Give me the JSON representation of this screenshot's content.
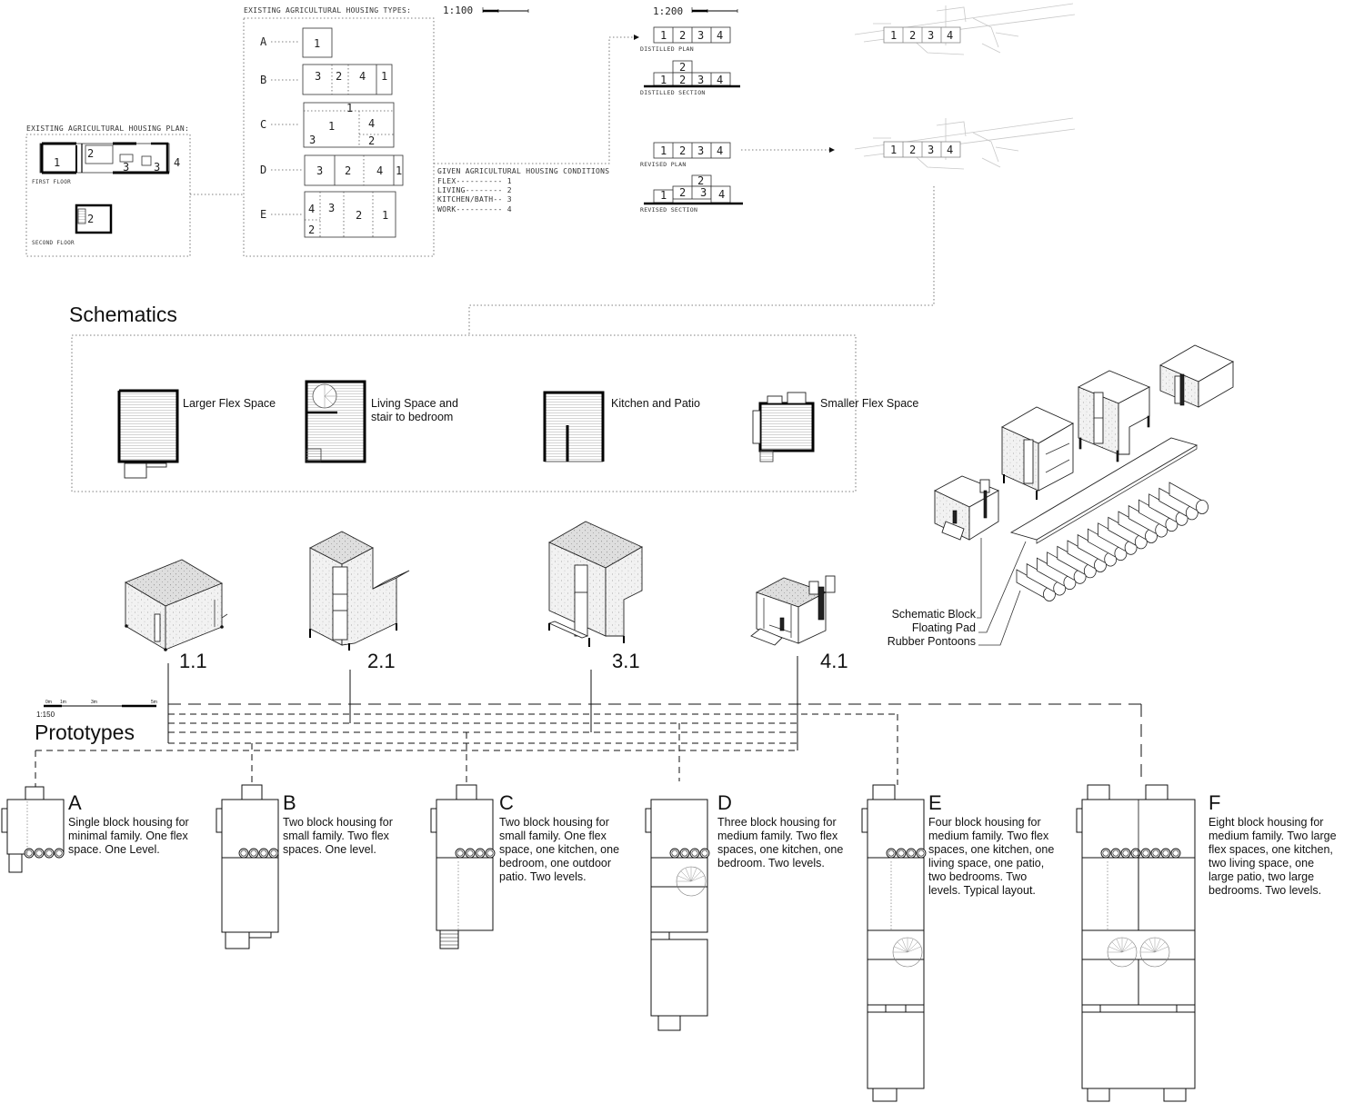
{
  "existing_plan": {
    "title": "EXISTING AGRICULTURAL HOUSING PLAN:",
    "first_floor_label": "FIRST FLOOR",
    "second_floor_label": "SECOND FLOOR",
    "first_floor_numbers": [
      "1",
      "2",
      "3",
      "3",
      "4"
    ],
    "second_floor_number": "2"
  },
  "housing_types": {
    "title": "EXISTING AGRICULTURAL HOUSING TYPES:",
    "scale": "1:100",
    "rows": [
      {
        "letter": "A",
        "numbers": [
          "1"
        ]
      },
      {
        "letter": "B",
        "numbers": [
          "3",
          "2",
          "4",
          "1"
        ]
      },
      {
        "letter": "C",
        "numbers": [
          "1",
          "1",
          "4",
          "3",
          "2"
        ]
      },
      {
        "letter": "D",
        "numbers": [
          "3",
          "2",
          "4",
          "1"
        ]
      },
      {
        "letter": "E",
        "numbers": [
          "4",
          "3",
          "2",
          "1",
          "2"
        ]
      }
    ]
  },
  "conditions": {
    "title": "GIVEN AGRICULTURAL HOUSING CONDITIONS",
    "lines": [
      "FLEX---------- 1",
      "LIVING-------- 2",
      "KITCHEN/BATH-- 3",
      "WORK---------- 4"
    ]
  },
  "distilled": {
    "scale": "1:200",
    "plan_numbers": [
      "1",
      "2",
      "3",
      "4"
    ],
    "plan_label": "DISTILLED PLAN",
    "section_top": "2",
    "section_numbers": [
      "1",
      "2",
      "3",
      "4"
    ],
    "section_label": "DISTILLED SECTION"
  },
  "revised": {
    "plan_numbers": [
      "1",
      "2",
      "3",
      "4"
    ],
    "plan_label": "REVISED PLAN",
    "section_numbers": [
      "1",
      "2",
      "3",
      "2",
      "4"
    ],
    "section_label": "REVISED SECTION"
  },
  "ghost_numbers_top": [
    "1",
    "2",
    "3",
    "4"
  ],
  "ghost_numbers_bottom": [
    "1",
    "2",
    "3",
    "4"
  ],
  "schematics": {
    "title": "Schematics",
    "items": [
      {
        "label_lines": [
          "Larger Flex Space"
        ]
      },
      {
        "label_lines": [
          "Living Space and",
          "stair to bedroom"
        ]
      },
      {
        "label_lines": [
          "Kitchen and Patio"
        ]
      },
      {
        "label_lines": [
          "Smaller Flex Space"
        ]
      }
    ]
  },
  "exploded_labels": [
    "Schematic Block",
    "Floating Pad",
    "Rubber Pontoons"
  ],
  "iso_labels": [
    "1.1",
    "2.1",
    "3.1",
    "4.1"
  ],
  "prototypes": {
    "title": "Prototypes",
    "scale": "1:150",
    "scale_ticks": [
      "0m",
      "1m",
      "3m",
      "5m"
    ],
    "items": [
      {
        "letter": "A",
        "lines": [
          "Single block housing for",
          "minimal family. One flex",
          "space. One Level."
        ]
      },
      {
        "letter": "B",
        "lines": [
          "Two block housing for",
          "small family. Two flex",
          "spaces. One level."
        ]
      },
      {
        "letter": "C",
        "lines": [
          "Two block housing for",
          "small family. One flex",
          "space, one kitchen, one",
          "bedroom, one outdoor",
          "patio. Two levels."
        ]
      },
      {
        "letter": "D",
        "lines": [
          "Three block housing for",
          "medium family. Two flex",
          "spaces, one kitchen, one",
          "bedroom. Two levels."
        ]
      },
      {
        "letter": "E",
        "lines": [
          "Four block housing for",
          "medium family. Two flex",
          "spaces, one kitchen, one",
          "living space, one patio,",
          "two bedrooms. Two",
          "levels. Typical layout."
        ]
      },
      {
        "letter": "F",
        "lines": [
          "Eight block housing for",
          "medium family. Two large",
          "flex spaces, one kitchen,",
          "two living space, one",
          "large patio, two large",
          "bedrooms. Two levels."
        ]
      }
    ]
  }
}
